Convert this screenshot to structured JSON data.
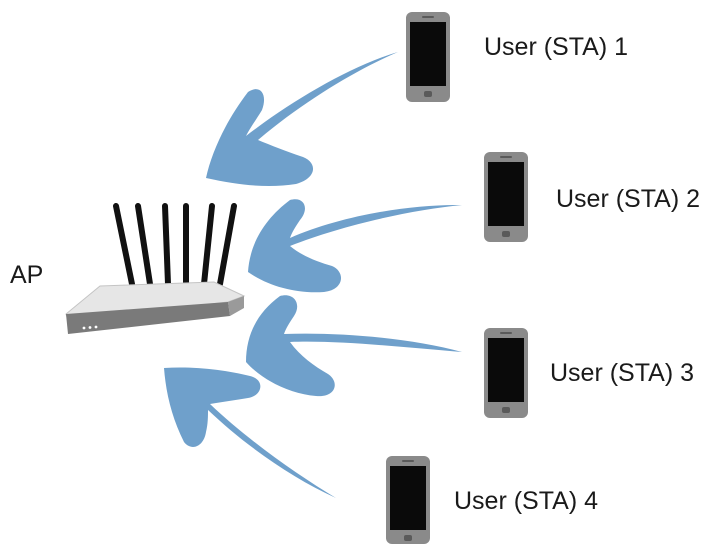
{
  "ap": {
    "label": "AP",
    "icon": "wifi-router-icon"
  },
  "stations": [
    {
      "label": "User (STA) 1",
      "icon": "smartphone-icon"
    },
    {
      "label": "User (STA) 2",
      "icon": "smartphone-icon"
    },
    {
      "label": "User (STA) 3",
      "icon": "smartphone-icon"
    },
    {
      "label": "User (STA) 4",
      "icon": "smartphone-icon"
    }
  ],
  "colors": {
    "arrow": "#6fa0cb",
    "phone_body": "#8a8a8a",
    "phone_screen": "#0a0a0a",
    "router_top": "#e6e6e6",
    "router_front": "#7a7a7a",
    "antenna": "#111111"
  }
}
